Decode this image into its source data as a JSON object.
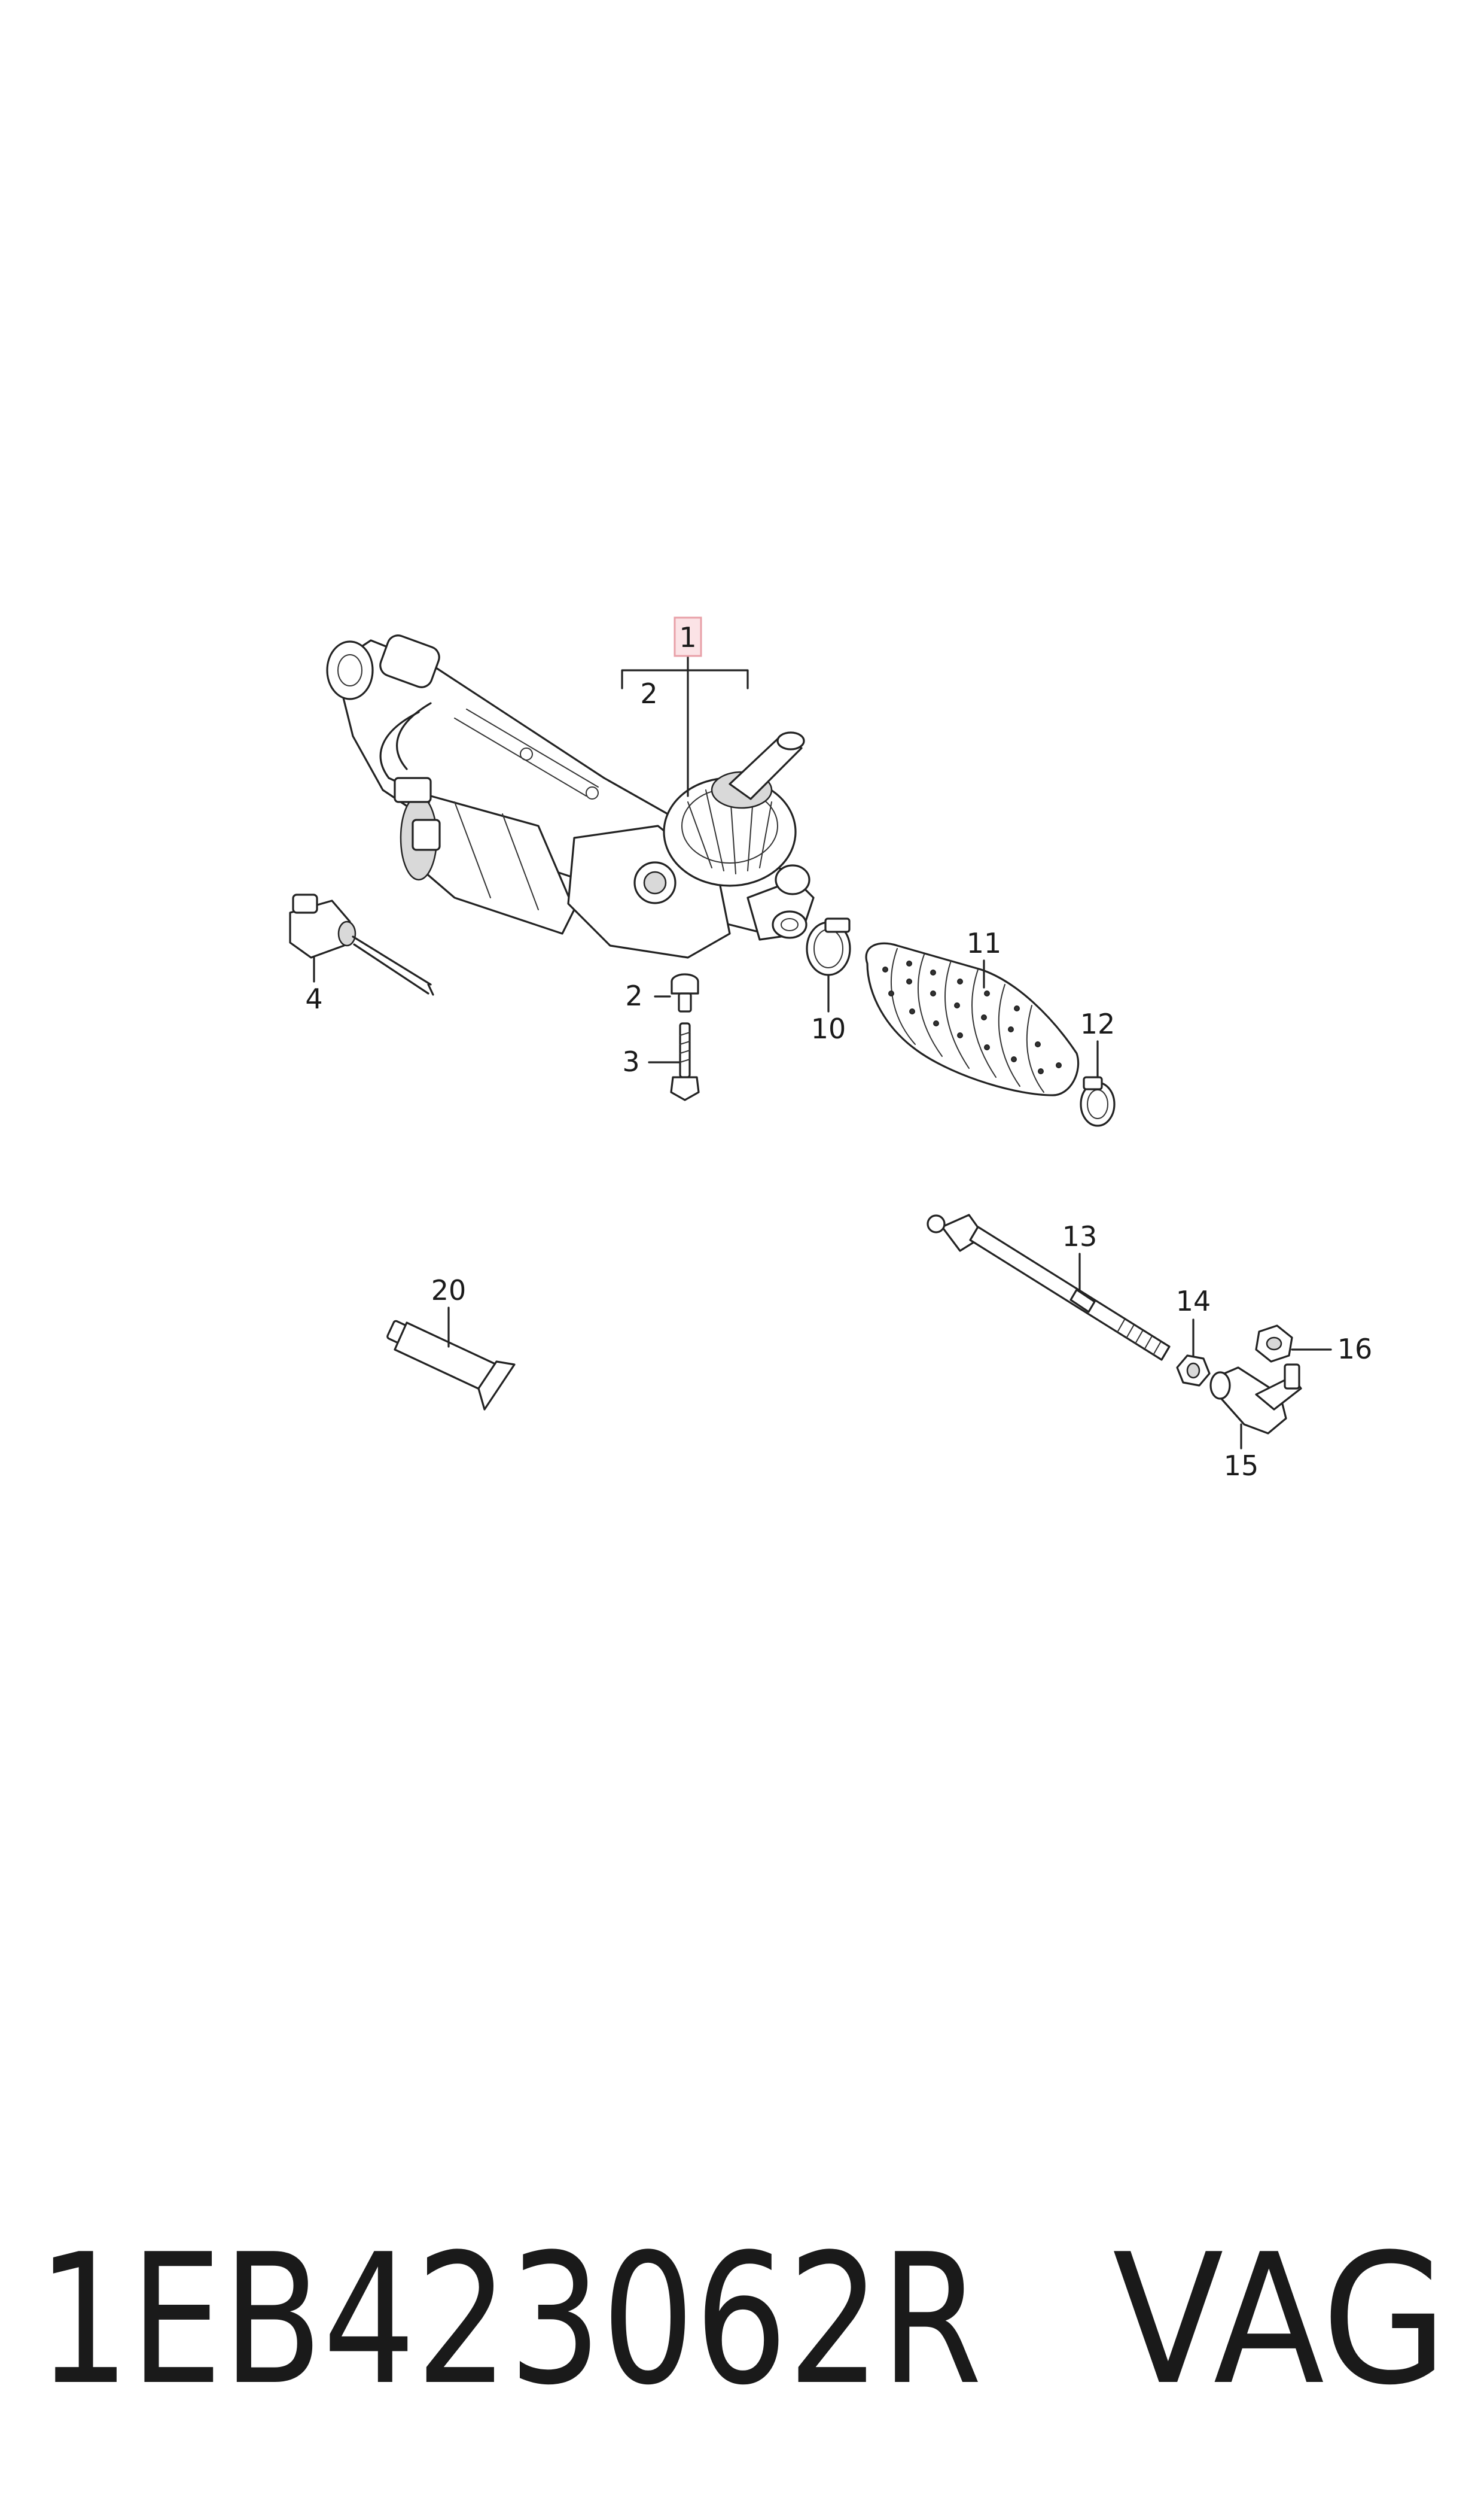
{
  "diagram": {
    "callouts": [
      {
        "id": "1",
        "label": "1",
        "highlighted": true
      },
      {
        "id": "2a",
        "label": "2"
      },
      {
        "id": "2b",
        "label": "2"
      },
      {
        "id": "3",
        "label": "3"
      },
      {
        "id": "4",
        "label": "4"
      },
      {
        "id": "10",
        "label": "10"
      },
      {
        "id": "11",
        "label": "11"
      },
      {
        "id": "12",
        "label": "12"
      },
      {
        "id": "13",
        "label": "13"
      },
      {
        "id": "14",
        "label": "14"
      },
      {
        "id": "15",
        "label": "15"
      },
      {
        "id": "16",
        "label": "16"
      },
      {
        "id": "20",
        "label": "20"
      }
    ],
    "highlight_color": "#e8a0a8",
    "highlight_fill": "#fbe3e6"
  },
  "footer": {
    "part_number": "1EB423062R",
    "brand": "VAG"
  }
}
